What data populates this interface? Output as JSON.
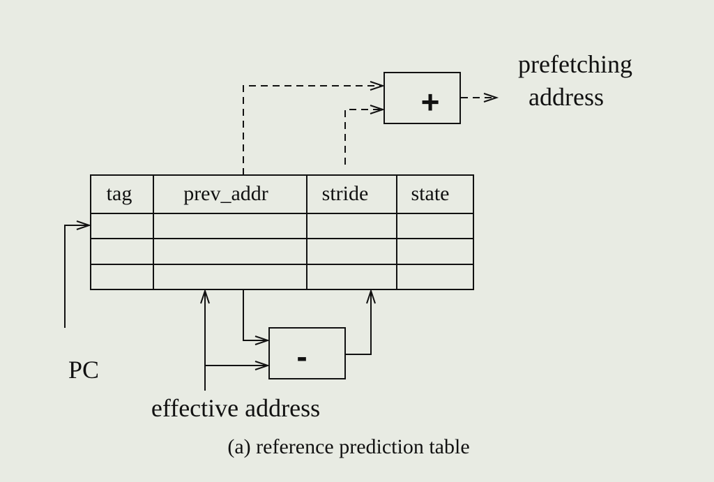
{
  "table": {
    "headers": [
      "tag",
      "prev_addr",
      "stride",
      "state"
    ],
    "empty_rows": 3
  },
  "adder": {
    "symbol": "+"
  },
  "subtractor": {
    "symbol": "-"
  },
  "labels": {
    "output_line1": "prefetching",
    "output_line2": "address",
    "pc": "PC",
    "effective_address": "effective address",
    "caption": "(a) reference prediction table"
  }
}
